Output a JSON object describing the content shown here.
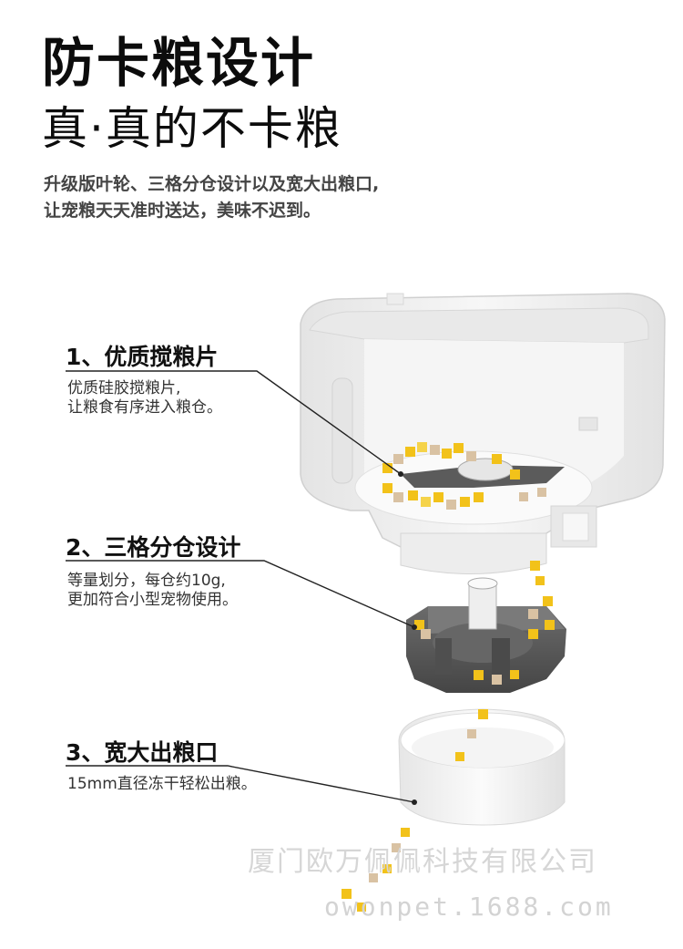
{
  "header": {
    "title": "防卡粮设计",
    "subtitle": "真·真的不卡粮",
    "description_lines": [
      "升级版叶轮、三格分仓设计以及宽大出粮口,",
      "让宠粮天天准时送达，美味不迟到。"
    ]
  },
  "features": [
    {
      "title": "1、优质搅粮片",
      "lines": [
        "优质硅胶搅粮片,",
        "让粮食有序进入粮仓。"
      ]
    },
    {
      "title": "2、三格分仓设计",
      "lines": [
        "等量划分，每仓约10g,",
        "更加符合小型宠物使用。"
      ]
    },
    {
      "title": "3、宽大出粮口",
      "lines": [
        "15mm直径冻干轻松出粮。"
      ]
    }
  ],
  "watermark": {
    "company": "厦门欧万佩佩科技有限公司",
    "site": "owonpet.1688.com"
  },
  "colors": {
    "background": "#ffffff",
    "container": "#f2f2f2",
    "divider_wheel": "#5a5a5a",
    "kibble_yellow": "#f2c21a",
    "kibble_beige": "#d9c2a3"
  }
}
